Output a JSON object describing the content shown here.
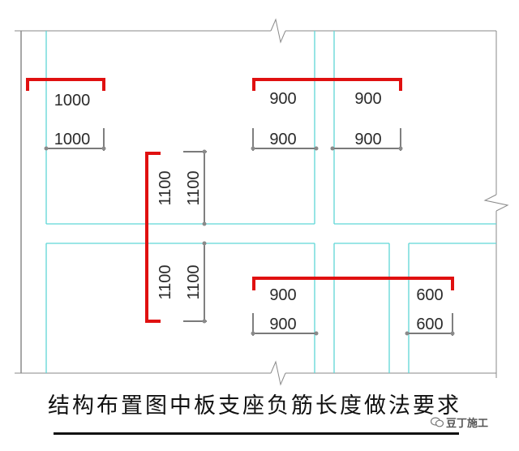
{
  "caption": "结构布置图中板支座负筋长度做法要求",
  "watermark": "豆丁施工",
  "labels": {
    "top_left": {
      "upper": "1000",
      "lower": "1000"
    },
    "top_mid_left": {
      "upper": "900",
      "lower": "900"
    },
    "top_mid_right": {
      "upper": "900",
      "lower": "900"
    },
    "vertical_upper": {
      "left": "1100",
      "right": "1100"
    },
    "vertical_lower": {
      "left": "1100",
      "right": "1100"
    },
    "bottom_mid": {
      "upper": "900",
      "lower": "900"
    },
    "bottom_right": {
      "upper": "600",
      "lower": "600"
    }
  },
  "colors": {
    "grid_line": "#5fd6d6",
    "rebar": "#e01010",
    "dimension_line": "#2a2a2a",
    "frame_line": "#8a8a8a"
  }
}
